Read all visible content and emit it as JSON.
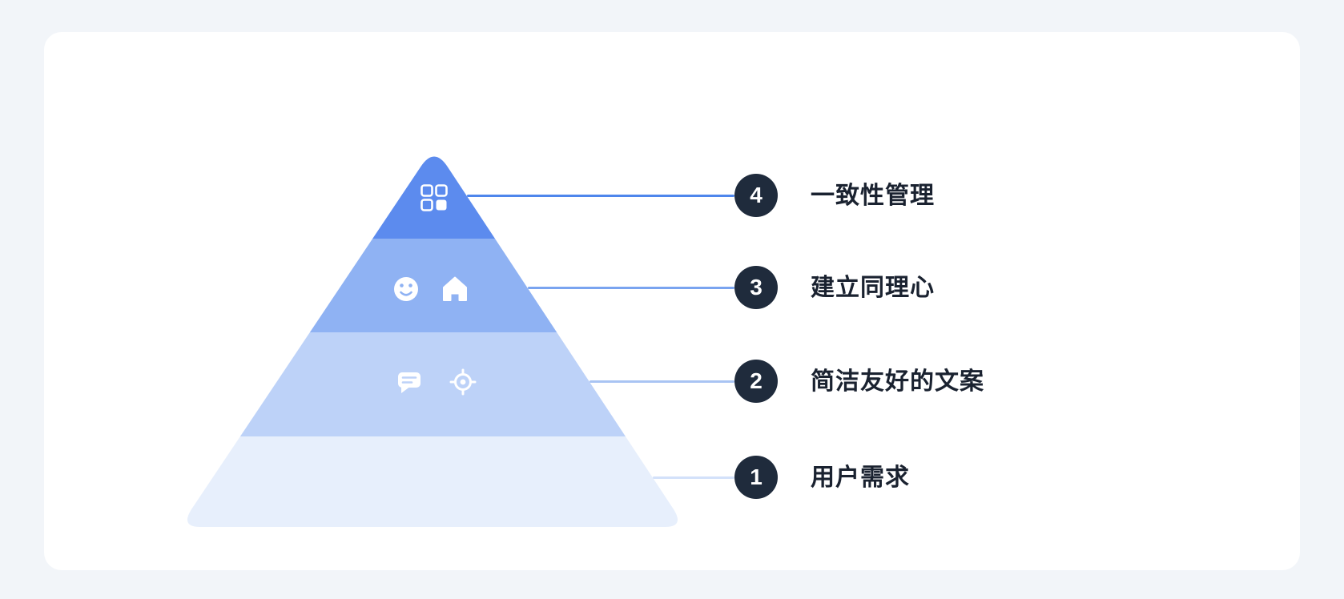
{
  "canvas": {
    "bg": "#f2f5f9",
    "card_bg": "#ffffff"
  },
  "pyramid": {
    "badge_bg": "#1f2b3c",
    "badge_text": "#ffffff",
    "label_color": "#1a2230",
    "levels": [
      {
        "number": "4",
        "label": "一致性管理",
        "fill": "#5c8bee",
        "line_color": "#4e86ec",
        "icons": [
          "grid-icon"
        ]
      },
      {
        "number": "3",
        "label": "建立同理心",
        "fill": "#8fb2f3",
        "line_color": "#7aa4f0",
        "icons": [
          "smiley-icon",
          "home-icon"
        ]
      },
      {
        "number": "2",
        "label": "简洁友好的文案",
        "fill": "#bdd2f8",
        "line_color": "#a9c4f3",
        "icons": [
          "chat-icon",
          "target-icon"
        ]
      },
      {
        "number": "1",
        "label": "用户需求",
        "fill": "#e7effc",
        "line_color": "#d3e1fa",
        "icons": []
      }
    ]
  }
}
